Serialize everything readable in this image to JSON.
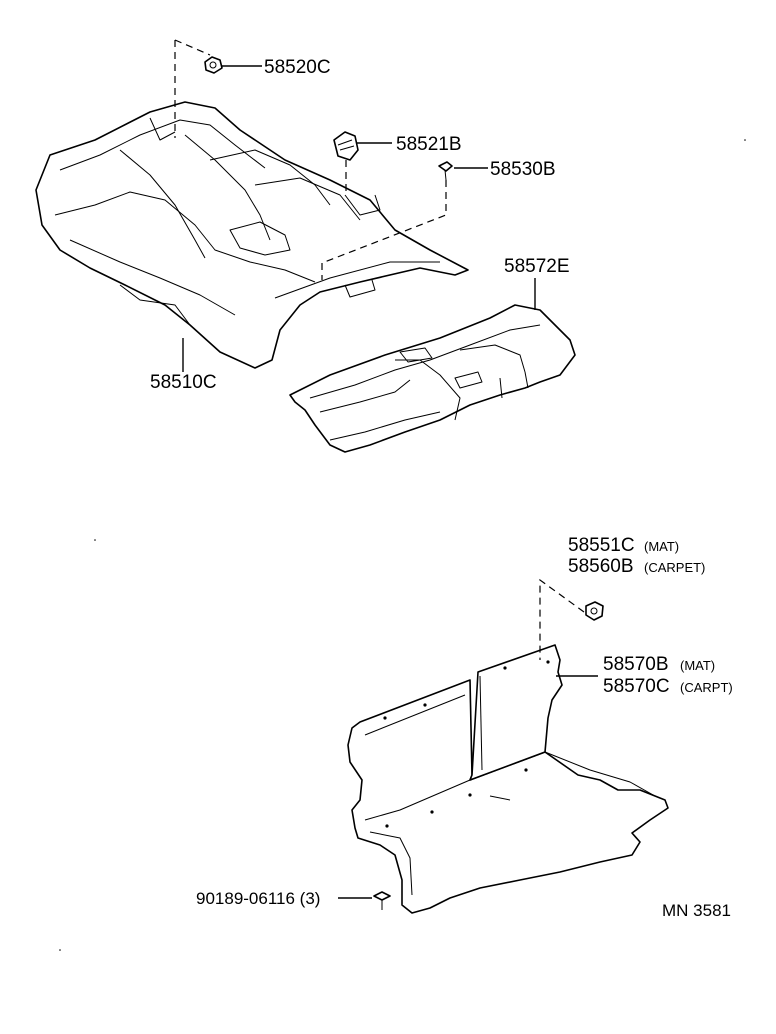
{
  "labels": {
    "p58520C": "58520C",
    "p58521B": "58521B",
    "p58530B": "58530B",
    "p58572E": "58572E",
    "p58510C": "58510C",
    "p58551C": "58551C",
    "p58551C_note": "(MAT)",
    "p58560B": "58560B",
    "p58560B_note": "(CARPET)",
    "p58570B": "58570B",
    "p58570B_note": "(MAT)",
    "p58570C": "58570C",
    "p58570C_note": "(CARPT)",
    "p90189": "90189-06116 (3)",
    "diagram_code": "MN 3581"
  }
}
